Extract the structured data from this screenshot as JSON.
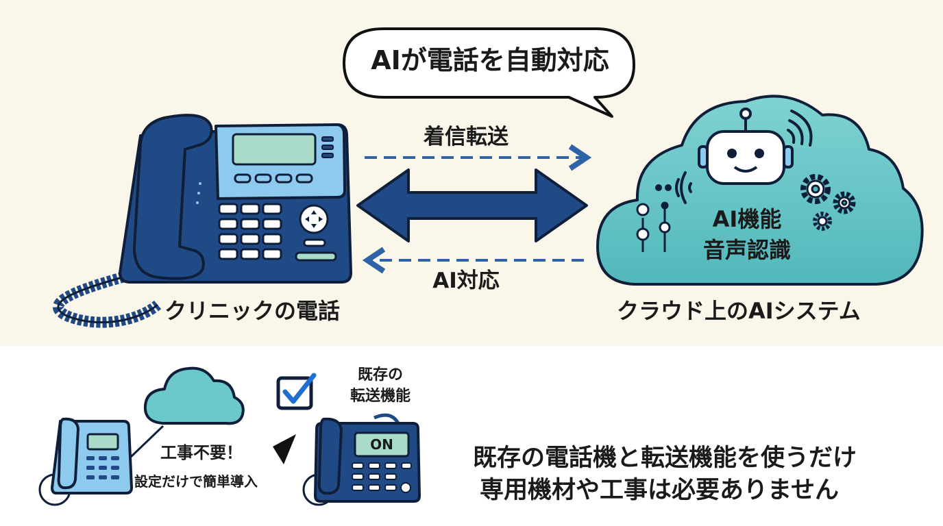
{
  "bubble": {
    "text": "AIが電話を自動対応"
  },
  "arrows": {
    "forward_label": "着信転送",
    "return_label": "AI対応"
  },
  "clinic_phone": {
    "caption": "クリニックの電話"
  },
  "cloud": {
    "line1": "AI機能",
    "line2": "音声認識",
    "caption": "クラウド上のAIシステム"
  },
  "bottom": {
    "no_work": "工事不要！",
    "easy_setup": "設定だけで簡単導入",
    "existing_line1": "既存の",
    "existing_line2": "転送機能",
    "screen_text": "ON",
    "note_line1": "既存の電話機と転送機能を使うだけ",
    "note_line2": "専用機材や工事は必要ありません"
  },
  "colors": {
    "top_bg": "#fbf6ea",
    "navy": "#1f4a86",
    "dark": "#0f1f3a",
    "light_blue": "#8ec9ee",
    "screen": "#a9dcc8",
    "cloud": "#6cc9c9",
    "dashed": "#2e63a8"
  }
}
